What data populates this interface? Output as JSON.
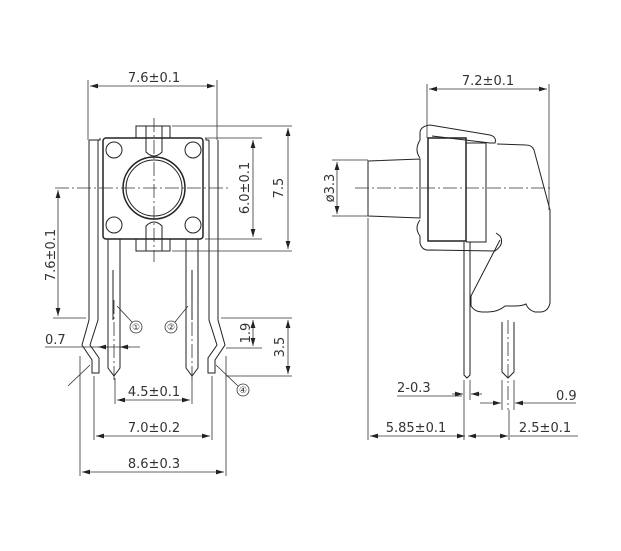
{
  "front_view": {
    "width_top": "7.6±0.1",
    "body_height": "6.0±0.1",
    "overall_height": "7.5",
    "pin_length": "7.6±0.1",
    "kink_offset": "0.7",
    "kink_height": "1.9",
    "tip_height": "3.5",
    "pin_pitch": "4.5±0.1",
    "frame_inner": "7.0±0.2",
    "frame_outer": "8.6±0.3",
    "pin_labels": [
      "①",
      "②",
      "④"
    ]
  },
  "side_view": {
    "depth": "7.2±0.1",
    "plunger_dia": "ø3.3",
    "pin_thickness": "2-0.3",
    "pin_width": "0.9",
    "offset_plunger": "5.85±0.1",
    "offset_pin": "2.5±0.1"
  }
}
